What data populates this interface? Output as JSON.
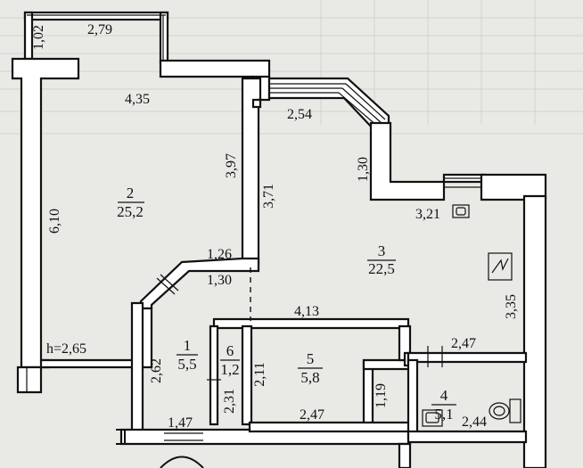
{
  "plan": {
    "height_label": "h=2,65",
    "dimensions": {
      "d_1_02": "1,02",
      "d_2_79": "2,79",
      "d_4_35": "4,35",
      "d_3_97": "3,97",
      "d_6_10": "6,10",
      "d_2_54": "2,54",
      "d_1_30_top": "1,30",
      "d_3_71": "3,71",
      "d_3_21": "3,21",
      "d_1_26": "1,26",
      "d_1_30_mid": "1,30",
      "d_3_35": "3,35",
      "d_4_13": "4,13",
      "d_2_47_right": "2,47",
      "d_2_62": "2,62",
      "d_2_11": "2,11",
      "d_2_31": "2,31",
      "d_2_47_bottom": "2,47",
      "d_1_19": "1,19",
      "d_2_44": "2,44",
      "d_1_47": "1,47"
    },
    "rooms": [
      {
        "number": "2",
        "area": "25,2"
      },
      {
        "number": "3",
        "area": "22,5"
      },
      {
        "number": "1",
        "area": "5,5"
      },
      {
        "number": "6",
        "area": "1,2"
      },
      {
        "number": "5",
        "area": "5,8"
      },
      {
        "number": "4",
        "area": "5,1"
      }
    ]
  }
}
